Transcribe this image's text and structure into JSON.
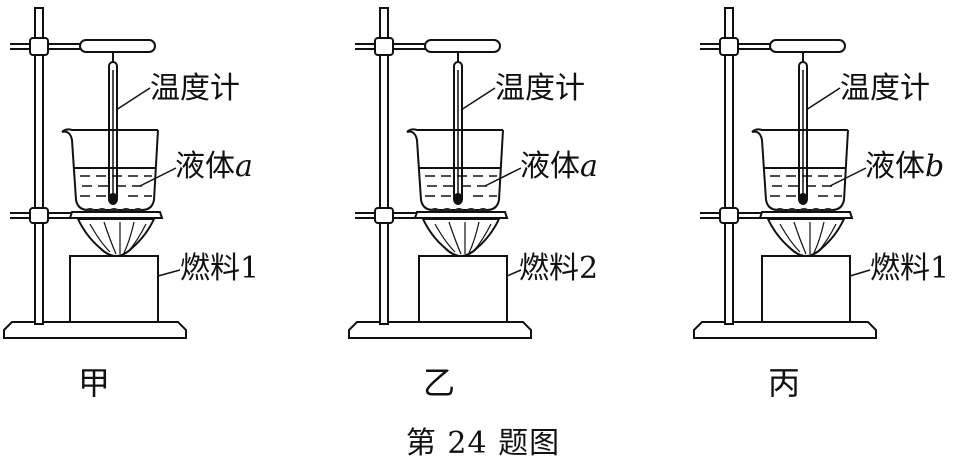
{
  "setups": [
    {
      "name": "甲",
      "thermometer_label": "温度计",
      "liquid_label": "液体",
      "liquid_var": "a",
      "fuel_label": "燃料1"
    },
    {
      "name": "乙",
      "thermometer_label": "温度计",
      "liquid_label": "液体",
      "liquid_var": "a",
      "fuel_label": "燃料2"
    },
    {
      "name": "丙",
      "thermometer_label": "温度计",
      "liquid_label": "液体",
      "liquid_var": "b",
      "fuel_label": "燃料1"
    }
  ],
  "caption": "第 24 题图"
}
